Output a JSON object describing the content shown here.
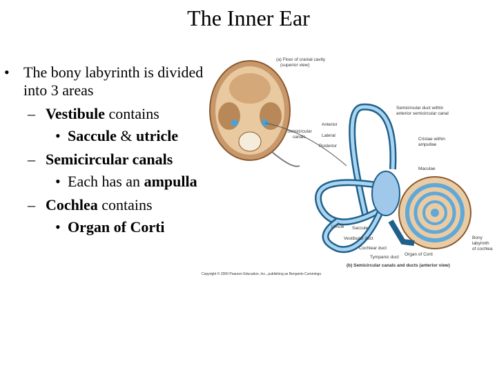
{
  "slide": {
    "title": "The Inner Ear",
    "bullet1": "The bony labyrinth is divided into 3 areas",
    "sub1_bold": "Vestibule",
    "sub1_rest": " contains",
    "sub1_item_a": "Saccule",
    "sub1_item_amp": " & ",
    "sub1_item_b": "utricle",
    "sub2_bold": "Semicircular canals",
    "sub2_item_1": "Each has an ",
    "sub2_item_2": "ampulla",
    "sub3_bold": "Cochlea",
    "sub3_rest": " contains",
    "sub3_item": "Organ of Corti",
    "dash": "–",
    "dot": "•"
  },
  "figure": {
    "a_title": "(a) Floor of cranial cavity",
    "a_sub": "(superior view)",
    "b_caption": "(b) Semicircular canals and ducts (anterior view)",
    "copyright": "Copyright © 2000 Pearson Education, Inc., publishing as Benjamin Cummings.",
    "labels": {
      "sc_duct": "Semicircular duct within",
      "sc_duct2": "anterior semicircular canal",
      "anterior": "Anterior",
      "lateral": "Lateral",
      "posterior": "Posterior",
      "sc_canals": "Semicircular",
      "sc_canals2": "canals",
      "cristae": "Cristae within",
      "cristae2": "ampullae",
      "maculae": "Maculae",
      "utricle": "Utricle",
      "saccule": "Saccule",
      "vest_duct": "Vestibular duct",
      "coch_duct": "Cochlear duct",
      "tymp_duct": "Tympanic duct",
      "organ": "Organ of Corti",
      "bony": "Bony",
      "bony2": "labyrinth",
      "bony3": "of cochlea"
    }
  }
}
